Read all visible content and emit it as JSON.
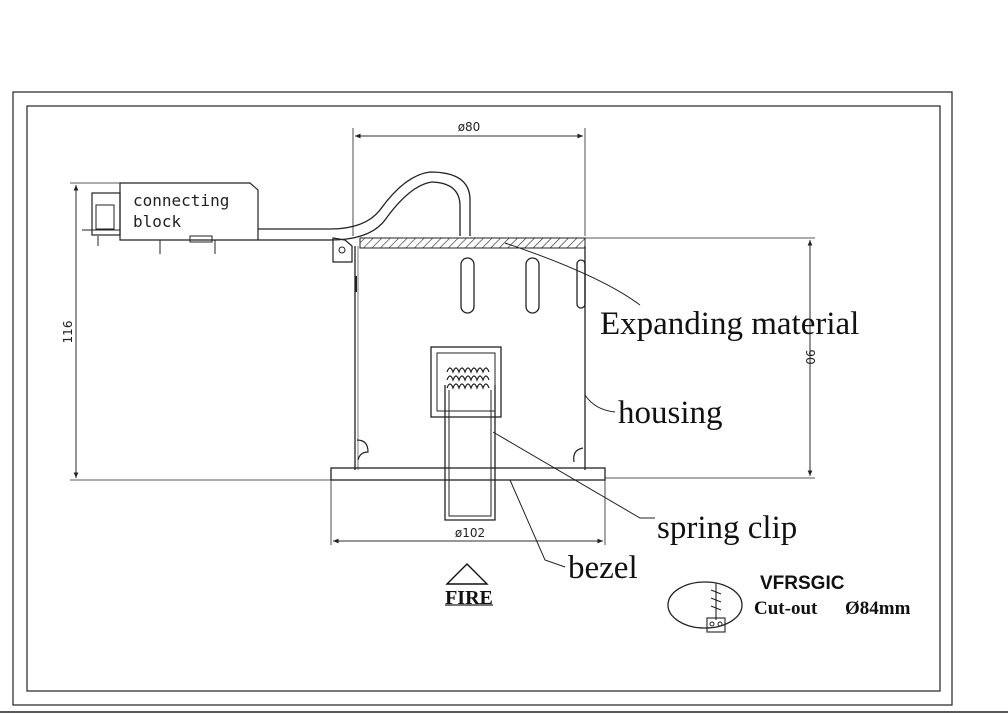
{
  "dimensions": {
    "housing_diameter": "ø80",
    "overall_height": "116",
    "housing_height": "90",
    "bezel_diameter": "ø102"
  },
  "connecting_block": {
    "line1": "connecting",
    "line2": "block"
  },
  "labels": {
    "expanding_material": "Expanding material",
    "housing": "housing",
    "spring_clip": "spring clip",
    "bezel": "bezel"
  },
  "fire_rating": "FIRE",
  "product": {
    "model": "VFRSGIC",
    "cutout_label": "Cut-out",
    "cutout_size": "Ø84mm"
  },
  "icons": [
    "fire-triangle-icon",
    "hole-saw-cutout-icon"
  ]
}
